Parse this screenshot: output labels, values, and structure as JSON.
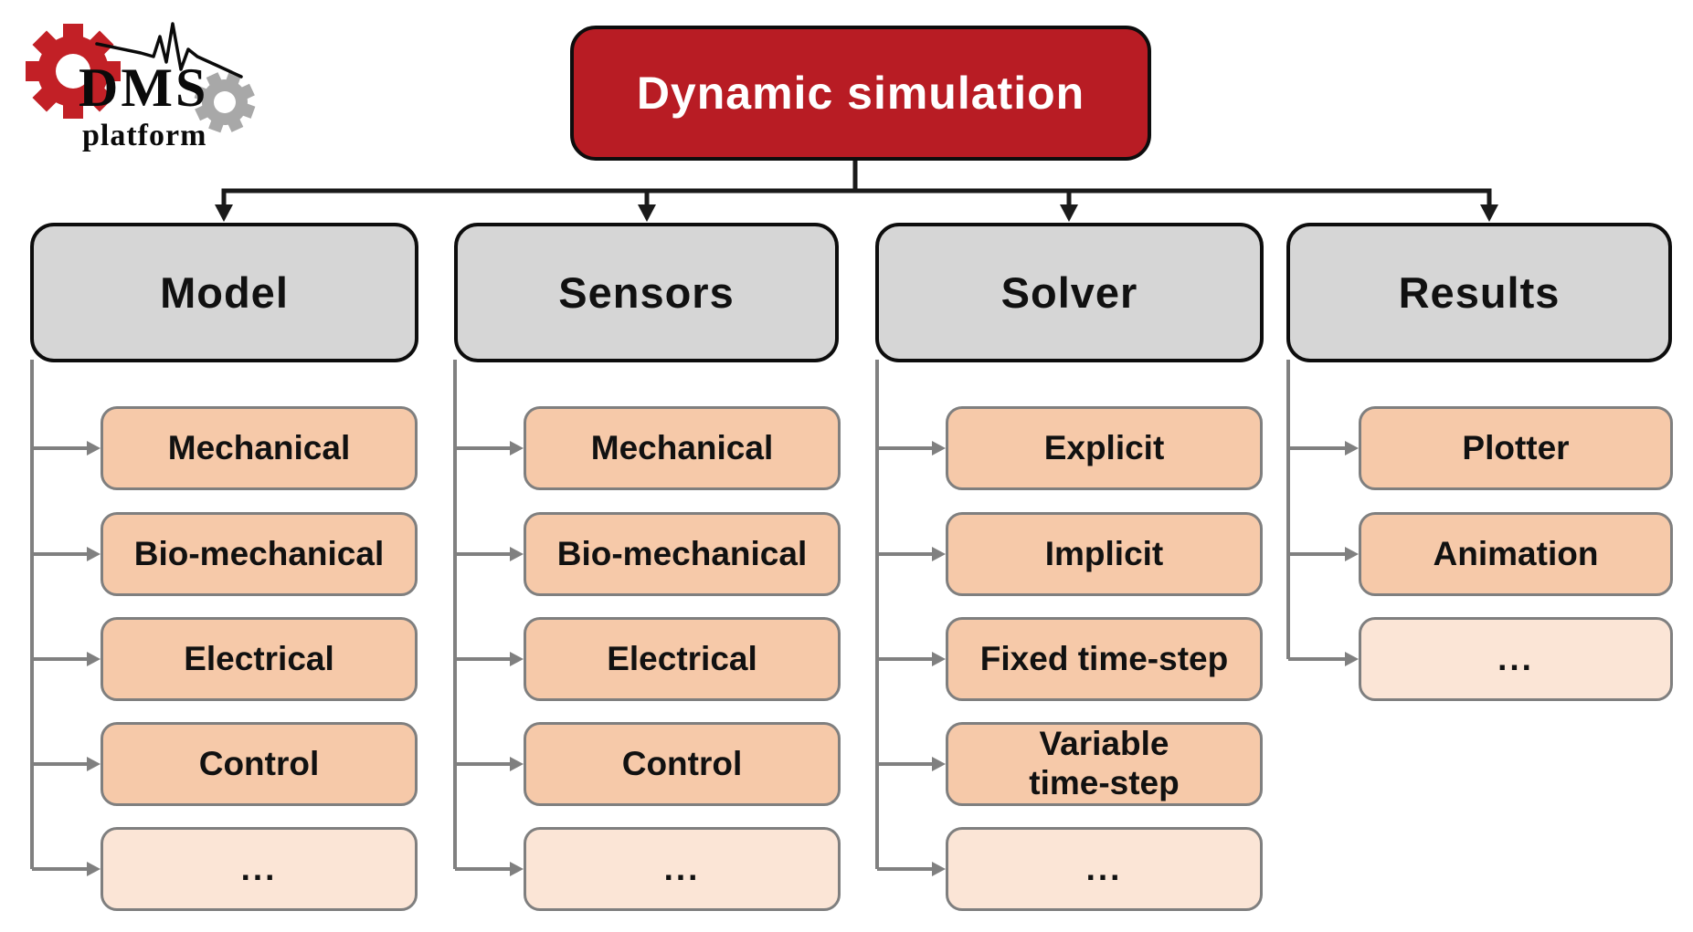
{
  "logo": {
    "title": "DMS",
    "subtitle": "platform"
  },
  "root": {
    "label": "Dynamic simulation"
  },
  "columns": [
    {
      "label": "Model",
      "children": [
        "Mechanical",
        "Bio-mechanical",
        "Electrical",
        "Control",
        "..."
      ]
    },
    {
      "label": "Sensors",
      "children": [
        "Mechanical",
        "Bio-mechanical",
        "Electrical",
        "Control",
        "..."
      ]
    },
    {
      "label": "Solver",
      "children": [
        "Explicit",
        "Implicit",
        "Fixed time-step",
        "Variable\ntime-step",
        "..."
      ]
    },
    {
      "label": "Results",
      "children": [
        "Plotter",
        "Animation",
        "..."
      ]
    }
  ],
  "colors": {
    "root_fill": "#B81C24",
    "parent_fill": "#D6D6D6",
    "child_fill": "#F6C9A9",
    "child_fill_light": "#FBE5D6",
    "child_border": "#7F7F7F",
    "connector_black": "#1a1a1a",
    "connector_gray": "#808080",
    "logo_gear_red": "#C22026",
    "logo_gear_gray": "#A8A8A8"
  }
}
